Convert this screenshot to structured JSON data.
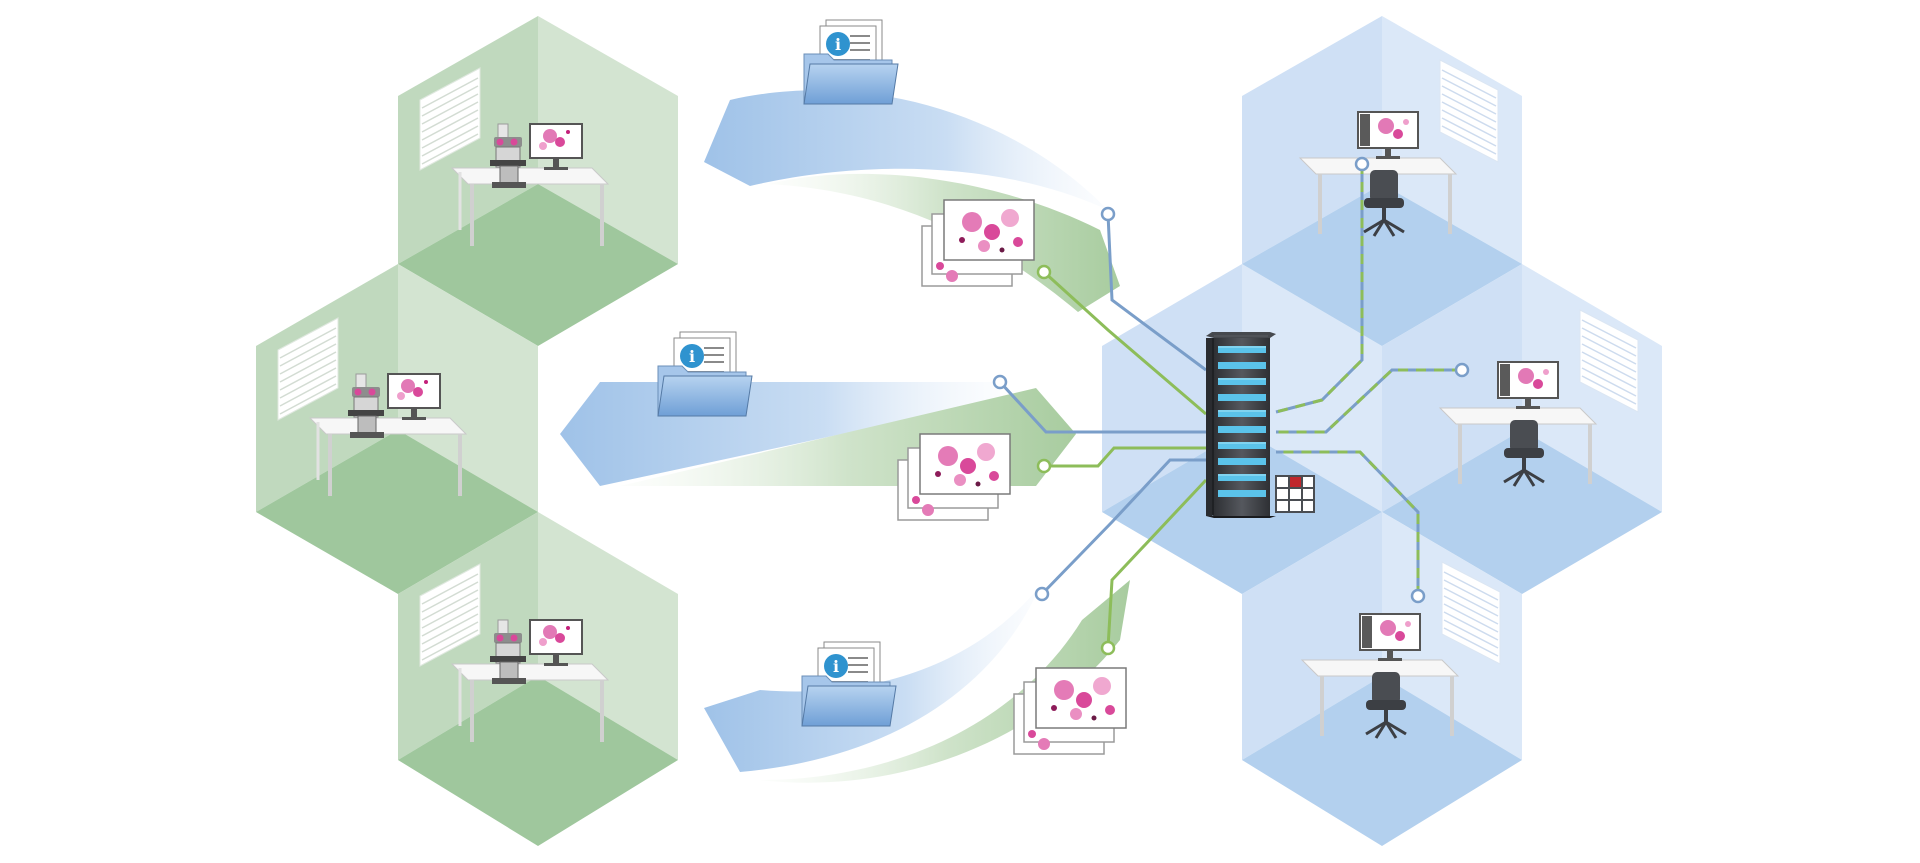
{
  "colors": {
    "green_floor": "#9fc79d",
    "green_wall_left": "#c0d9be",
    "green_wall_right": "#d3e4d1",
    "blue_floor": "#b3d0ee",
    "blue_wall_left": "#cfe0f5",
    "blue_wall_right": "#dbe8f8",
    "line_blue": "#7a9ec9",
    "line_green": "#8dbd5a",
    "info_blue": "#2f93cf",
    "stain_pink": "#d9499a",
    "server_dark": "#3f4246",
    "server_light": "#5bc3ea"
  },
  "diagram": {
    "acquisition_stations": [
      "microscope-station",
      "microscope-station",
      "microscope-station"
    ],
    "viewing_stations": [
      "viewer-workstation",
      "viewer-workstation",
      "viewer-workstation"
    ],
    "central_node": "server-rack",
    "transfer_items": [
      "info-folder",
      "slide-image-stack"
    ]
  }
}
